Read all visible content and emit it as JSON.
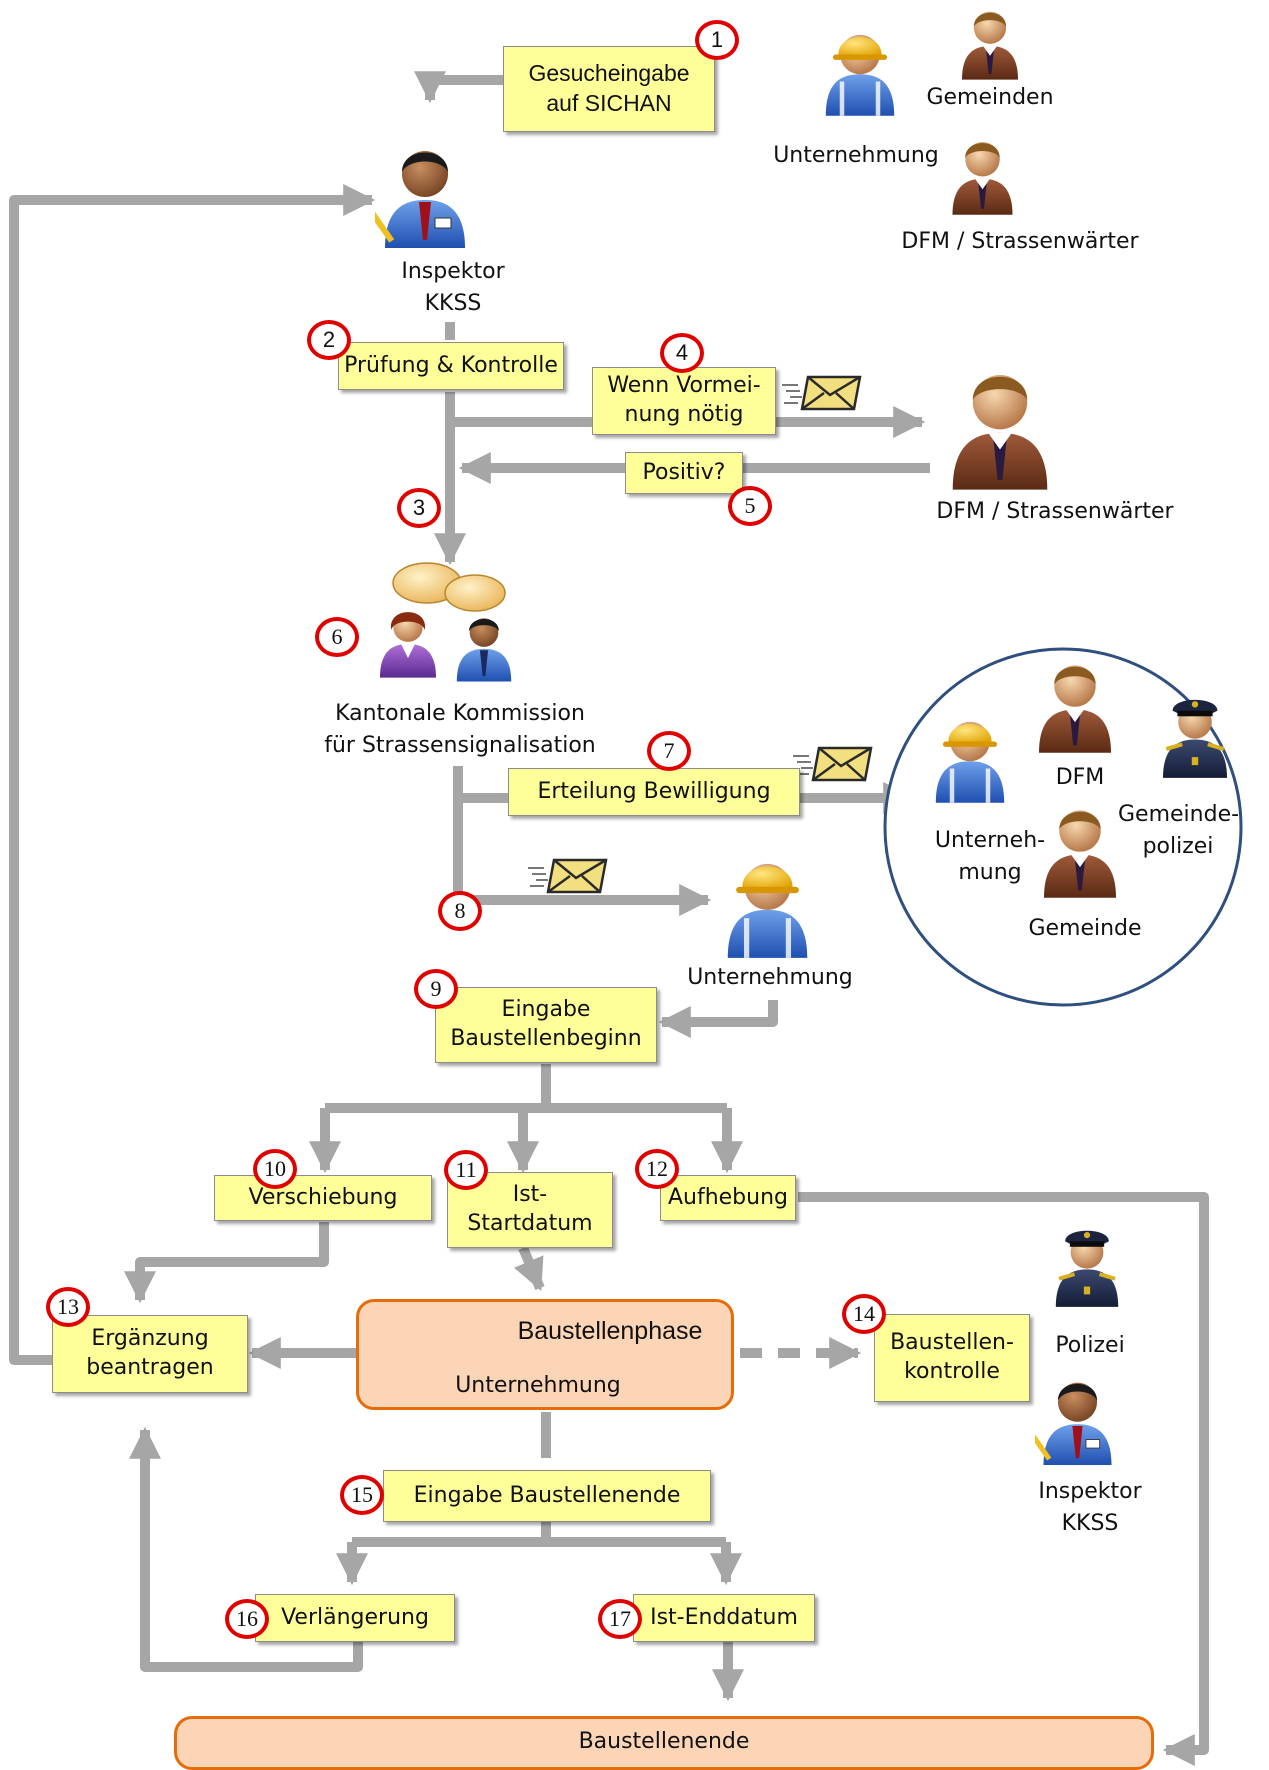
{
  "steps": {
    "s1": "Gesucheingabe\nauf SICHAN",
    "s2": "Prüfung & Kontrolle",
    "s4": "Wenn Vormei-\nnung nötig",
    "s5": "Positiv?",
    "s7": "Erteilung Bewilligung",
    "s9": "Eingabe\nBaustellenbeginn",
    "s10": "Verschiebung",
    "s11": "Ist-\nStartdatum",
    "s12": "Aufhebung",
    "s13": "Ergänzung\nbeantragen",
    "s14": "Baustellen-\nkontrolle",
    "s15": "Eingabe Baustellenende",
    "s16": "Verlängerung",
    "s17": "Ist-Enddatum",
    "phase_title": "Baustellenphase",
    "phase_actor": "Unternehmung",
    "end": "Baustellenende"
  },
  "numbers": [
    "1",
    "2",
    "3",
    "4",
    "5",
    "6",
    "7",
    "8",
    "9",
    "10",
    "11",
    "12",
    "13",
    "14",
    "15",
    "16",
    "17"
  ],
  "actors": {
    "gemeinden": "Gemeinden",
    "unternehmung_top": "Unternehmung",
    "dfm_top": "DFM / Strassenwärter",
    "inspektor_top": "Inspektor\nKKSS",
    "dfm_mid": "DFM / Strassenwärter",
    "kommission": "Kantonale Kommission\nfür Strassensignalisation",
    "circle_unternehmung": "Unterneh-\nmung",
    "circle_dfm": "DFM",
    "circle_gemeindepolizei": "Gemeinde-\npolizei",
    "circle_gemeinde": "Gemeinde",
    "unternehmung_mid": "Unternehmung",
    "polizei": "Polizei",
    "inspektor_bottom": "Inspektor\nKKSS"
  },
  "colors": {
    "arrow": "#a6a6a6",
    "box_fill": "#ffff99",
    "phase_fill": "#fbd5b5",
    "phase_border": "#e46c0a",
    "marker": "#e00000",
    "group_circle": "#2f4f7f"
  }
}
